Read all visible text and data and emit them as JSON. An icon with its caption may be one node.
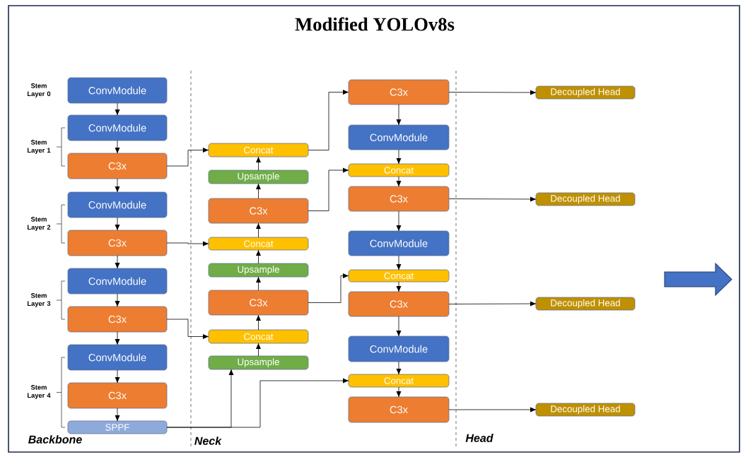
{
  "diagram": {
    "title": "Modified YOLOv8s",
    "nodes": [
      {
        "text": [
          "ConvModule"
        ]
      },
      {
        "text": [
          "ConvModule"
        ]
      },
      {
        "text": [
          "C3x"
        ]
      },
      {
        "text": [
          "ConvModule"
        ]
      },
      {
        "text": [
          "C3x"
        ]
      },
      {
        "text": [
          "ConvModule"
        ]
      },
      {
        "text": [
          "C3x"
        ]
      },
      {
        "text": [
          "ConvModule"
        ]
      },
      {
        "text": [
          "C3x"
        ]
      },
      {
        "text": [
          "SPPF"
        ]
      },
      {
        "text": [
          "Concat"
        ]
      },
      {
        "text": [
          "Upsample"
        ]
      },
      {
        "text": [
          "C3x"
        ]
      },
      {
        "text": [
          "Concat"
        ]
      },
      {
        "text": [
          "Upsample"
        ]
      },
      {
        "text": [
          "C3x"
        ]
      },
      {
        "text": [
          "Concat"
        ]
      },
      {
        "text": [
          "Upsample"
        ]
      },
      {
        "text": [
          "C3x"
        ]
      },
      {
        "text": [
          "ConvModule"
        ]
      },
      {
        "text": [
          "Concat"
        ]
      },
      {
        "text": [
          "C3x"
        ]
      },
      {
        "text": [
          "ConvModule"
        ]
      },
      {
        "text": [
          "Concat"
        ]
      },
      {
        "text": [
          "C3x"
        ]
      },
      {
        "text": [
          "ConvModule"
        ]
      },
      {
        "text": [
          "Concat"
        ]
      },
      {
        "text": [
          "C3x"
        ]
      },
      {
        "text": [
          "Decoupled Head"
        ]
      },
      {
        "text": [
          "Decoupled Head"
        ]
      },
      {
        "text": [
          "Decoupled Head"
        ]
      },
      {
        "text": [
          "Decoupled Head"
        ]
      }
    ],
    "edges": [
      {
        "from": 0,
        "to": 1,
        "arrow": "to"
      },
      {
        "from": 1,
        "to": 2,
        "arrow": "to"
      },
      {
        "from": 2,
        "to": 3,
        "arrow": "to"
      },
      {
        "from": 3,
        "to": 4,
        "arrow": "to"
      },
      {
        "from": 4,
        "to": 5,
        "arrow": "to"
      },
      {
        "from": 5,
        "to": 6,
        "arrow": "to"
      },
      {
        "from": 6,
        "to": 7,
        "arrow": "to"
      },
      {
        "from": 7,
        "to": 8,
        "arrow": "to"
      },
      {
        "from": 8,
        "to": 9,
        "arrow": "to"
      },
      {
        "from": 2,
        "to": 10,
        "arrow": "to"
      },
      {
        "from": 4,
        "to": 13,
        "arrow": "to"
      },
      {
        "from": 6,
        "to": 16,
        "arrow": "to"
      },
      {
        "from": 9,
        "to": 17,
        "arrow": "to"
      },
      {
        "from": 9,
        "to": 26,
        "arrow": "to"
      },
      {
        "from": 17,
        "to": 16,
        "arrow": "to"
      },
      {
        "from": 16,
        "to": 15,
        "arrow": "to"
      },
      {
        "from": 15,
        "to": 14,
        "arrow": "to"
      },
      {
        "from": 14,
        "to": 13,
        "arrow": "to"
      },
      {
        "from": 13,
        "to": 12,
        "arrow": "to"
      },
      {
        "from": 12,
        "to": 11,
        "arrow": "to"
      },
      {
        "from": 11,
        "to": 10,
        "arrow": "to"
      },
      {
        "from": 10,
        "to": 18,
        "arrow": "to"
      },
      {
        "from": 12,
        "to": 20,
        "arrow": "to"
      },
      {
        "from": 15,
        "to": 23,
        "arrow": "to"
      },
      {
        "from": 18,
        "to": 19,
        "arrow": "to"
      },
      {
        "from": 19,
        "to": 20,
        "arrow": "to"
      },
      {
        "from": 20,
        "to": 21,
        "arrow": "to"
      },
      {
        "from": 21,
        "to": 22,
        "arrow": "to"
      },
      {
        "from": 22,
        "to": 23,
        "arrow": "to"
      },
      {
        "from": 23,
        "to": 24,
        "arrow": "to"
      },
      {
        "from": 24,
        "to": 25,
        "arrow": "to"
      },
      {
        "from": 25,
        "to": 26,
        "arrow": "to"
      },
      {
        "from": 26,
        "to": 27,
        "arrow": "to"
      },
      {
        "from": 18,
        "to": 28,
        "arrow": "to"
      },
      {
        "from": 21,
        "to": 29,
        "arrow": "to"
      },
      {
        "from": 24,
        "to": 30,
        "arrow": "to"
      },
      {
        "from": 27,
        "to": 31,
        "arrow": "to"
      }
    ],
    "labels": [
      "Stem Layer 0",
      "Stem Layer 1",
      "Stem Layer 2",
      "Stem Layer 3",
      "Stem Layer 4",
      "Backbone",
      "Neck",
      "Head"
    ]
  }
}
